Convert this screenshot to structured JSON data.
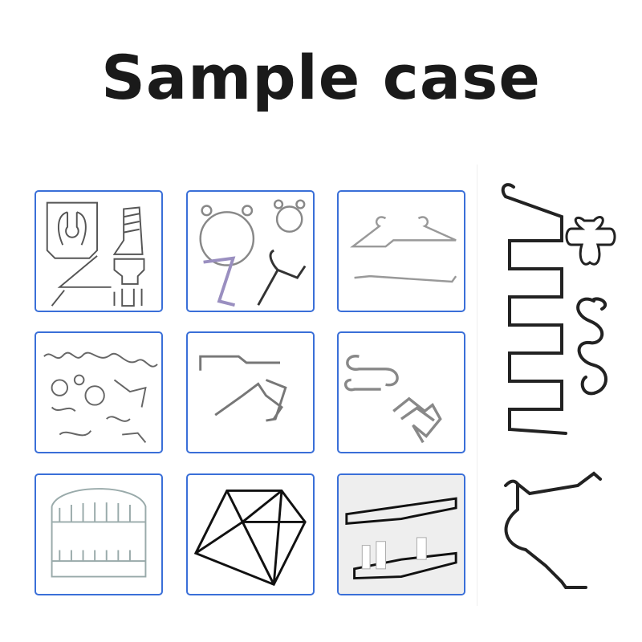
{
  "title": "Sample case",
  "tiles": [
    {
      "name": "bent-wire-shapes",
      "icon": "bent-wire-icon"
    },
    {
      "name": "wire-rings-and-springs",
      "icon": "wire-ring-icon"
    },
    {
      "name": "wire-hangers",
      "icon": "hanger-icon"
    },
    {
      "name": "assorted-wire-forms",
      "icon": "wire-forms-icon"
    },
    {
      "name": "bent-rods",
      "icon": "bent-rod-icon"
    },
    {
      "name": "s-hooks",
      "icon": "s-hook-icon"
    },
    {
      "name": "dish-rack",
      "icon": "dish-rack-icon"
    },
    {
      "name": "geometric-wire-frame",
      "icon": "geometric-frame-icon"
    },
    {
      "name": "corner-shower-shelf",
      "icon": "shower-shelf-icon"
    }
  ],
  "colors": {
    "border": "#3a6fd8",
    "wire_dark": "#222222",
    "wire_light": "#8a8a95"
  }
}
